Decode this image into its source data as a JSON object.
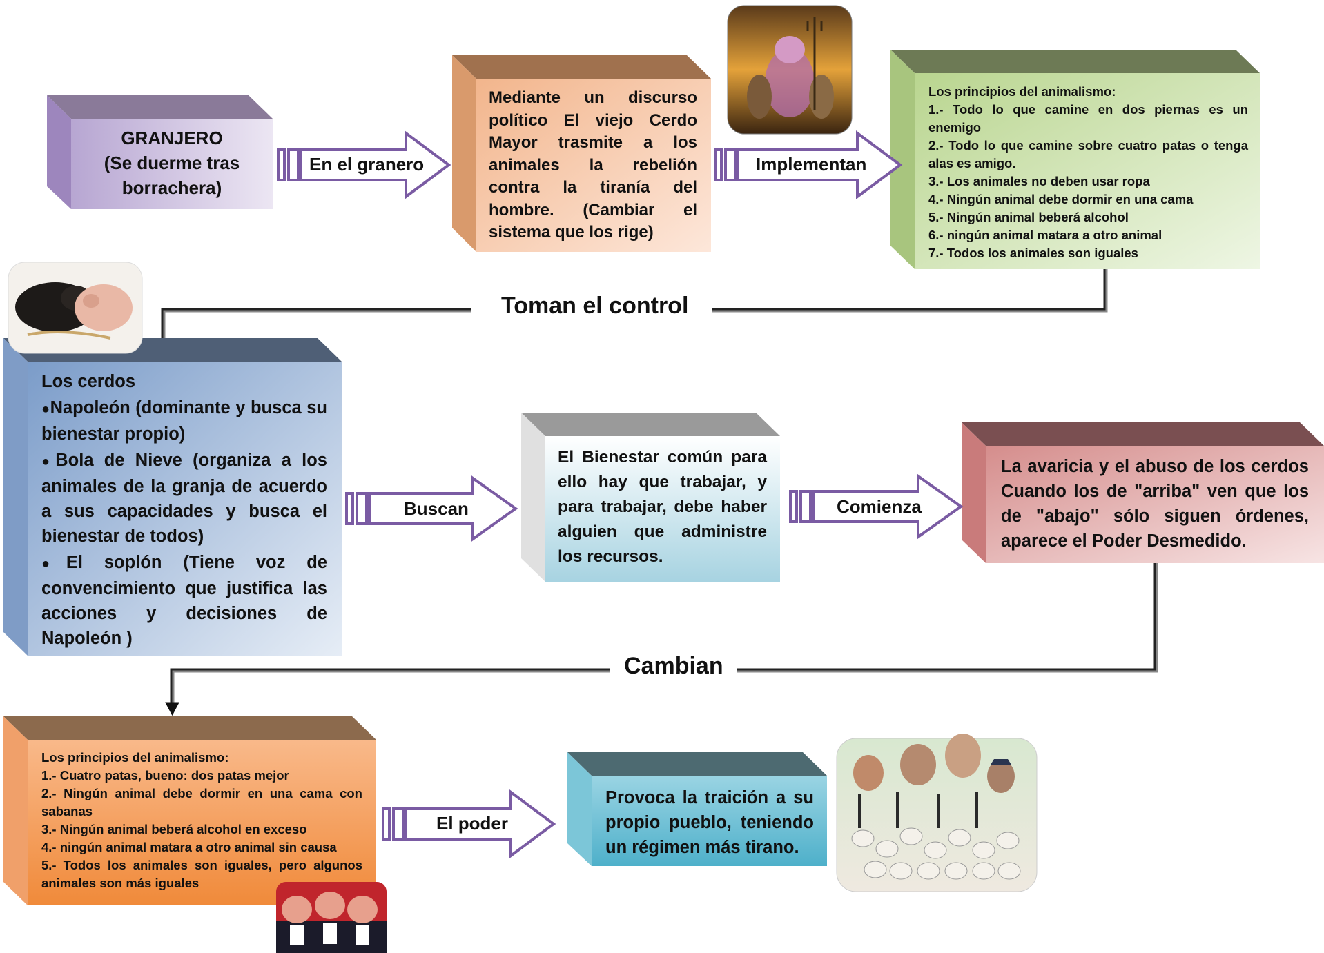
{
  "granjero": {
    "line1": "GRANJERO",
    "line2": "(Se duerme tras",
    "line3": "borrachera)"
  },
  "arrows": {
    "a1": "En el granero",
    "a2": "Implementan",
    "a3": "Buscan",
    "a4": "Comienza",
    "a5": "El poder"
  },
  "discurso": {
    "text": "Mediante un discurso político El viejo Cerdo Mayor trasmite a los animales la rebelión contra la tiranía del hombre. (Cambiar el sistema que los rige)"
  },
  "principios1": {
    "title": "Los principios del animalismo:",
    "items": [
      "1.- Todo lo que camine en dos piernas es un enemigo",
      "2.- Todo lo que camine sobre cuatro patas o tenga alas es amigo.",
      "3.- Los animales no deben usar ropa",
      "4.- Ningún animal debe dormir en una cama",
      "5.- Ningún animal beberá alcohol",
      "6.- ningún animal matara a otro animal",
      "7.- Todos los animales son iguales"
    ]
  },
  "connectors": {
    "c1": "Toman el control",
    "c2": "Cambian"
  },
  "cerdos": {
    "title": "Los cerdos",
    "items": [
      "Napoleón (dominante y busca su bienestar propio)",
      "Bola de Nieve (organiza a los animales de la granja de acuerdo a sus capacidades y busca el bienestar de todos)",
      "El soplón (Tiene voz de convencimiento que justifica las acciones y decisiones de Napoleón )"
    ]
  },
  "bienestar": {
    "text": "El Bienestar común para ello hay que trabajar, y para trabajar, debe haber alguien que administre los recursos."
  },
  "avaricia": {
    "text": "La avaricia y el abuso de los cerdos Cuando los de \"arriba\" ven que los de \"abajo\" sólo siguen órdenes, aparece el Poder Desmedido."
  },
  "principios2": {
    "title": "Los principios del animalismo:",
    "items": [
      "1.- Cuatro patas, bueno: dos patas mejor",
      "2.- Ningún animal debe dormir en una cama con sabanas",
      "3.- Ningún animal beberá alcohol en exceso",
      "4.- ningún animal matara a otro animal sin causa",
      "5.- Todos los animales son iguales, pero algunos animales son más iguales"
    ]
  },
  "traicion": {
    "text": "Provoca la traición a su propio pueblo, teniendo un régimen más tirano."
  },
  "colors": {
    "arrow_stroke": "#7a5ba3",
    "arrow_fill": "#ffffff"
  }
}
